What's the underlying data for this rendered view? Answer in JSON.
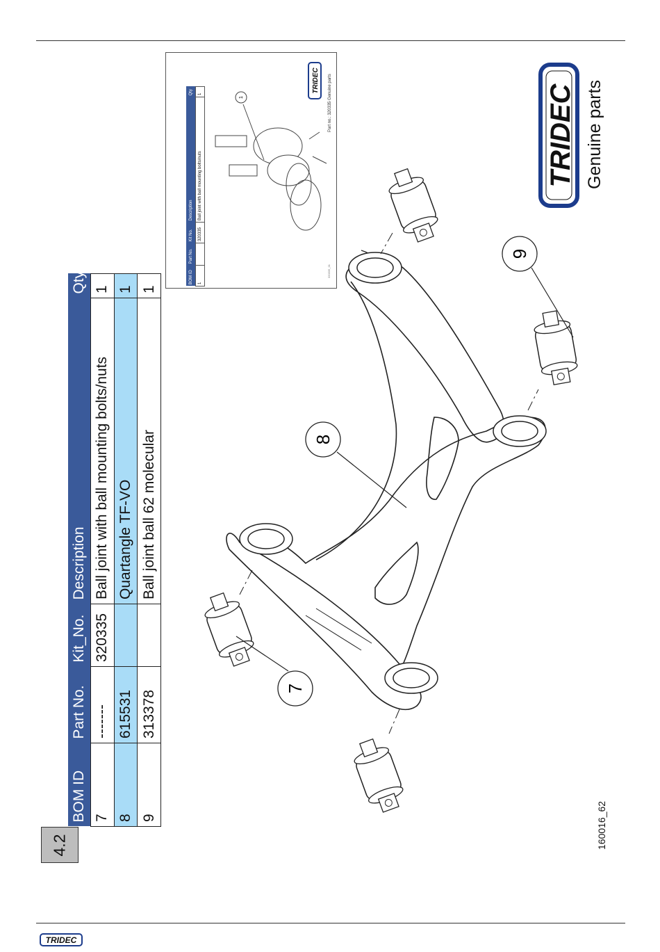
{
  "section_number": "4.2",
  "bom_table": {
    "headers": [
      "BOM ID",
      "Part No.",
      "Kit_No.",
      "Description",
      "Qty"
    ],
    "rows": [
      {
        "bom_id": "7",
        "part_no": "-------",
        "kit_no": "320335",
        "description": "Ball joint with ball mounting bolts/nuts",
        "qty": "1",
        "highlighted": false
      },
      {
        "bom_id": "8",
        "part_no": "615531",
        "kit_no": "",
        "description": "Quartangle TF-VO",
        "qty": "1",
        "highlighted": true
      },
      {
        "bom_id": "9",
        "part_no": "313378",
        "kit_no": "",
        "description": "Ball joint ball 62 molecular",
        "qty": "1",
        "highlighted": false
      }
    ]
  },
  "callouts": [
    "7",
    "8",
    "9"
  ],
  "brand": {
    "logo_text": "TRIDEC",
    "tagline": "Genuine parts",
    "primary_color": "#1c3c8c"
  },
  "drawing_number": "160016_62",
  "inset": {
    "headers": [
      "BOM ID",
      "Part No.",
      "Kit No.",
      "Description",
      "Qty"
    ],
    "row": {
      "bom_id": "1",
      "part_no": "",
      "kit_no": "320335",
      "description": "Ball joint with ball mounting bolts/nuts",
      "qty": "1"
    },
    "callout": "1",
    "caption": "Part no.: 320335   Genuine parts",
    "logo_text": "TRIDEC",
    "drawing_id": "320335_01"
  },
  "footer": {
    "logo_text": "TRIDEC"
  }
}
